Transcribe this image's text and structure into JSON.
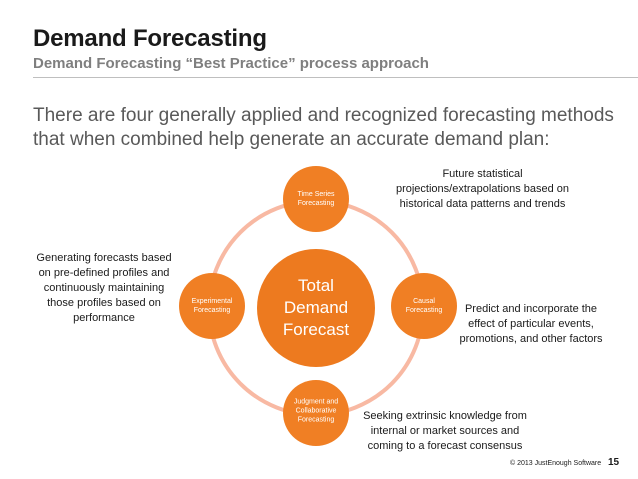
{
  "slide": {
    "title": "Demand Forecasting",
    "subtitle": "Demand Forecasting “Best Practice” process approach",
    "intro": "There are four generally applied and  recognized forecasting methods that when combined help generate an accurate demand plan:"
  },
  "diagram": {
    "center": [
      "Total",
      "Demand",
      "Forecast"
    ],
    "nodes": {
      "top": [
        "Time Series",
        "Forecasting"
      ],
      "right": [
        "Causal",
        "Forecasting"
      ],
      "bottom": [
        "Judgment and",
        "Collaborative",
        "Forecasting"
      ],
      "left": [
        "Experimental",
        "Forecasting"
      ]
    },
    "notes": {
      "top": [
        "Future statistical",
        "projections/extrapolations based on",
        "historical data patterns and trends"
      ],
      "right": [
        "Predict and incorporate the",
        "effect of particular events,",
        "promotions, and other factors"
      ],
      "bottom": [
        "Seeking extrinsic knowledge from",
        "internal or market sources and",
        "coming to a forecast consensus"
      ],
      "left": [
        "Generating forecasts based",
        "on pre-defined profiles and",
        "continuously maintaining",
        "those profiles based on",
        "performance"
      ]
    },
    "colors": {
      "node": "#f07f24",
      "center": "#ed7a1f",
      "ring": "#f8b9a3"
    }
  },
  "footer": {
    "copyright": "© 2013 JustEnough Software",
    "page": "15"
  }
}
